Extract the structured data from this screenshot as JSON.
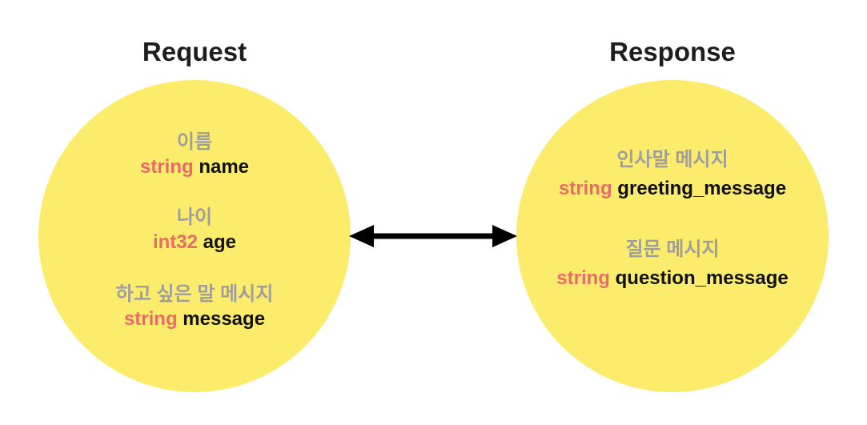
{
  "diagram": {
    "request": {
      "title": "Request",
      "fields": [
        {
          "label_ko": "이름",
          "type": "string",
          "name": "name"
        },
        {
          "label_ko": "나이",
          "type": "int32",
          "name": "age"
        },
        {
          "label_ko": "하고 싶은 말 메시지",
          "type": "string",
          "name": "message"
        }
      ]
    },
    "response": {
      "title": "Response",
      "fields": [
        {
          "label_ko": "인사말 메시지",
          "type": "string",
          "name": "greeting_message"
        },
        {
          "label_ko": "질문 메시지",
          "type": "string",
          "name": "question_message"
        }
      ]
    },
    "arrow": {
      "icon": "double-headed-arrow"
    },
    "colors": {
      "circle_fill": "#FCEC6C",
      "korean_label": "#9E9E9E",
      "type_keyword": "#E96B68",
      "field_name": "#111111",
      "title": "#1E1E1E",
      "arrow": "#000000"
    }
  }
}
